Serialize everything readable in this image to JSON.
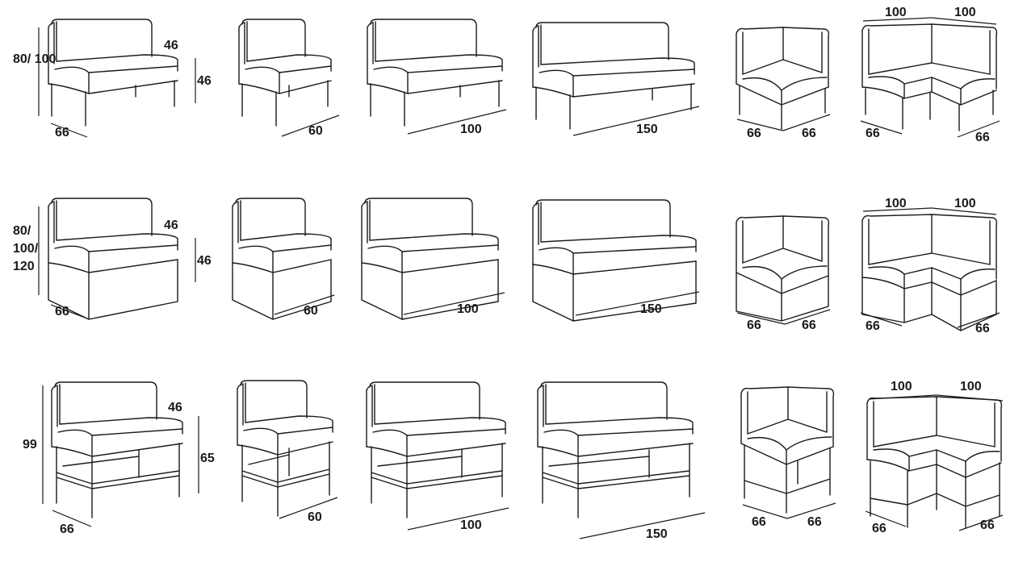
{
  "rows": [
    {
      "name": "legs",
      "height_label": "80/ 100",
      "seat_depth_label": "46",
      "seat_height_label": "46",
      "items": [
        {
          "kind": "bench",
          "width_label": "66"
        },
        {
          "kind": "bench",
          "width_label": "60"
        },
        {
          "kind": "bench",
          "width_label": "100"
        },
        {
          "kind": "bench",
          "width_label": "150"
        },
        {
          "kind": "corner",
          "depth_labels": [
            "66",
            "66"
          ]
        },
        {
          "kind": "l-corner",
          "depth_labels": [
            "66",
            "66"
          ],
          "top_labels": [
            "100",
            "100"
          ]
        }
      ]
    },
    {
      "name": "plinth",
      "height_label": "80/ 100/ 120",
      "seat_depth_label": "46",
      "seat_height_label": "46",
      "items": [
        {
          "kind": "bench",
          "width_label": "66"
        },
        {
          "kind": "bench",
          "width_label": "60"
        },
        {
          "kind": "bench",
          "width_label": "100"
        },
        {
          "kind": "bench",
          "width_label": "150"
        },
        {
          "kind": "corner",
          "depth_labels": [
            "66",
            "66"
          ]
        },
        {
          "kind": "l-corner",
          "depth_labels": [
            "66",
            "66"
          ],
          "top_labels": [
            "100",
            "100"
          ]
        }
      ]
    },
    {
      "name": "high-frame",
      "height_label": "99",
      "seat_depth_label": "46",
      "seat_height_label": "65",
      "items": [
        {
          "kind": "bench",
          "width_label": "66"
        },
        {
          "kind": "bench",
          "width_label": "60"
        },
        {
          "kind": "bench",
          "width_label": "100"
        },
        {
          "kind": "bench",
          "width_label": "150"
        },
        {
          "kind": "corner",
          "depth_labels": [
            "66",
            "66"
          ]
        },
        {
          "kind": "l-corner",
          "depth_labels": [
            "66",
            "66"
          ],
          "top_labels": [
            "100",
            "100"
          ]
        }
      ]
    }
  ]
}
